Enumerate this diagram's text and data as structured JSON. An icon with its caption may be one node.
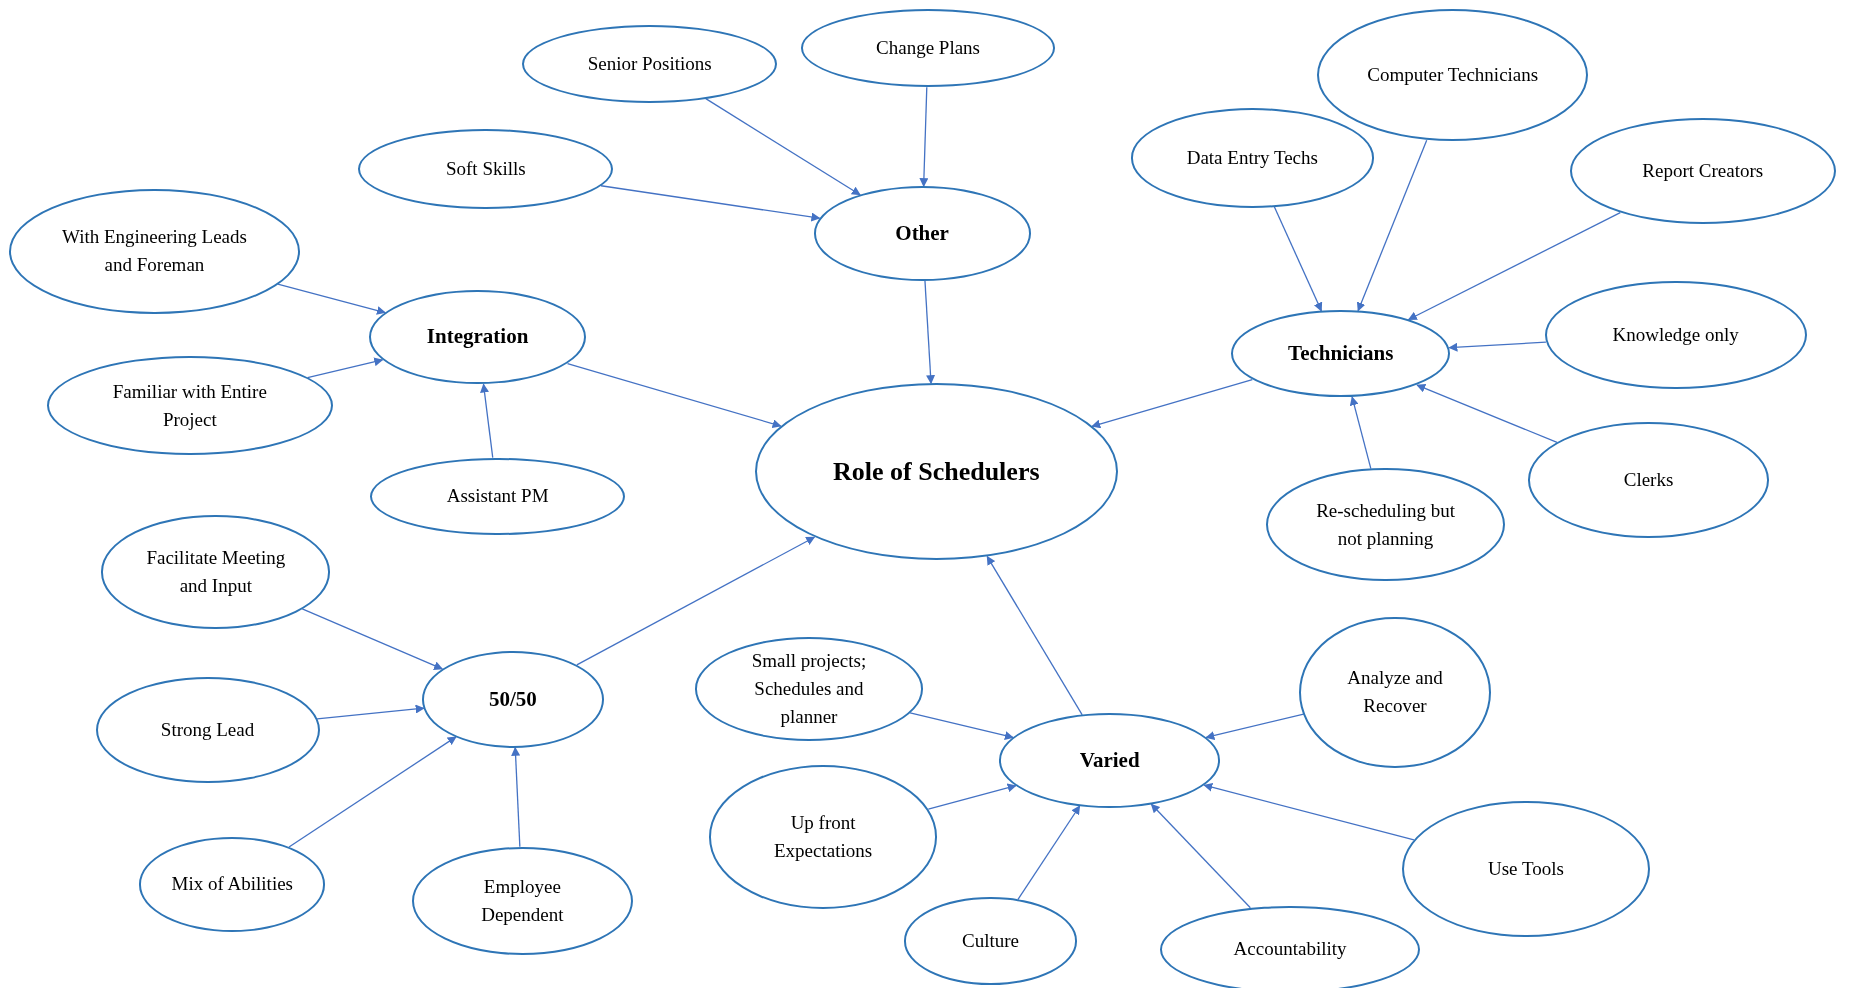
{
  "diagram": {
    "nodes": [
      {
        "text": [
          "Role of Schedulers"
        ]
      },
      {
        "text": [
          "Other"
        ]
      },
      {
        "text": [
          "Senior Positions"
        ]
      },
      {
        "text": [
          "Change Plans"
        ]
      },
      {
        "text": [
          "Soft Skills"
        ]
      },
      {
        "text": [
          "Integration"
        ]
      },
      {
        "text": [
          "With Engineering Leads and Foreman"
        ]
      },
      {
        "text": [
          "Familiar with Entire Project"
        ]
      },
      {
        "text": [
          "Assistant PM"
        ]
      },
      {
        "text": [
          "Technicians"
        ]
      },
      {
        "text": [
          "Data Entry Techs"
        ]
      },
      {
        "text": [
          "Computer Technicians"
        ]
      },
      {
        "text": [
          "Report Creators"
        ]
      },
      {
        "text": [
          "Knowledge only"
        ]
      },
      {
        "text": [
          "Clerks"
        ]
      },
      {
        "text": [
          "Re-scheduling but not planning"
        ]
      },
      {
        "text": [
          "50/50"
        ]
      },
      {
        "text": [
          "Facilitate Meeting and Input"
        ]
      },
      {
        "text": [
          "Strong Lead"
        ]
      },
      {
        "text": [
          "Mix of Abilities"
        ]
      },
      {
        "text": [
          "Employee Dependent"
        ]
      },
      {
        "text": [
          "Varied"
        ]
      },
      {
        "text": [
          "Small projects; Schedules and planner"
        ]
      },
      {
        "text": [
          "Analyze and Recover"
        ]
      },
      {
        "text": [
          "Up front Expectations"
        ]
      },
      {
        "text": [
          "Culture"
        ]
      },
      {
        "text": [
          "Accountability"
        ]
      },
      {
        "text": [
          "Use Tools"
        ]
      }
    ],
    "edges": [
      {
        "from": 2,
        "to": 1,
        "arrow": "to"
      },
      {
        "from": 3,
        "to": 1,
        "arrow": "to"
      },
      {
        "from": 4,
        "to": 1,
        "arrow": "to"
      },
      {
        "from": 1,
        "to": 0,
        "arrow": "to"
      },
      {
        "from": 6,
        "to": 5,
        "arrow": "to"
      },
      {
        "from": 7,
        "to": 5,
        "arrow": "to"
      },
      {
        "from": 8,
        "to": 5,
        "arrow": "to"
      },
      {
        "from": 5,
        "to": 0,
        "arrow": "to"
      },
      {
        "from": 10,
        "to": 9,
        "arrow": "to"
      },
      {
        "from": 11,
        "to": 9,
        "arrow": "to"
      },
      {
        "from": 12,
        "to": 9,
        "arrow": "to"
      },
      {
        "from": 13,
        "to": 9,
        "arrow": "to"
      },
      {
        "from": 14,
        "to": 9,
        "arrow": "to"
      },
      {
        "from": 15,
        "to": 9,
        "arrow": "to"
      },
      {
        "from": 9,
        "to": 0,
        "arrow": "to"
      },
      {
        "from": 17,
        "to": 16,
        "arrow": "to"
      },
      {
        "from": 18,
        "to": 16,
        "arrow": "to"
      },
      {
        "from": 19,
        "to": 16,
        "arrow": "to"
      },
      {
        "from": 20,
        "to": 16,
        "arrow": "to"
      },
      {
        "from": 16,
        "to": 0,
        "arrow": "to"
      },
      {
        "from": 22,
        "to": 21,
        "arrow": "to"
      },
      {
        "from": 23,
        "to": 21,
        "arrow": "to"
      },
      {
        "from": 24,
        "to": 21,
        "arrow": "to"
      },
      {
        "from": 25,
        "to": 21,
        "arrow": "to"
      },
      {
        "from": 26,
        "to": 21,
        "arrow": "to"
      },
      {
        "from": 27,
        "to": 21,
        "arrow": "to"
      },
      {
        "from": 21,
        "to": 0,
        "arrow": "to"
      }
    ]
  }
}
